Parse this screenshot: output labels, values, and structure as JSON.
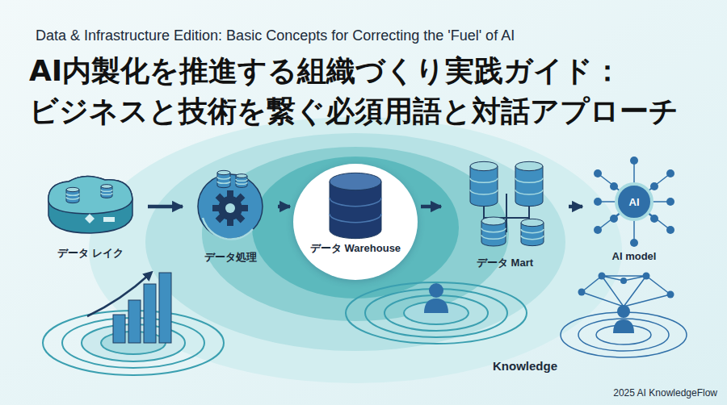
{
  "diagram": {
    "title": "AI内製化を推進する組織づくり実践ガイド： ビジネスと技術を繋ぐ必須用語と対話アプローチ",
    "nodes": [
      {
        "text": [
          "データ レイク"
        ]
      },
      {
        "text": [
          "データ処理"
        ]
      },
      {
        "text": [
          "データ Warehouse"
        ]
      },
      {
        "text": [
          "データ Mart"
        ]
      },
      {
        "text": [
          "AI model"
        ]
      }
    ],
    "edges": [
      {
        "from": 0,
        "to": 1,
        "arrow": "to"
      },
      {
        "from": 1,
        "to": 2,
        "arrow": "to"
      },
      {
        "from": 2,
        "to": 3,
        "arrow": "to"
      },
      {
        "from": 3,
        "to": 4,
        "arrow": "to"
      }
    ],
    "labels": [
      "Data & Infrastructure Edition: Basic Concepts for Correcting the 'Fuel' of AI",
      "AI",
      "Knowledge",
      "2025 AI KnowledgeFlow"
    ]
  }
}
